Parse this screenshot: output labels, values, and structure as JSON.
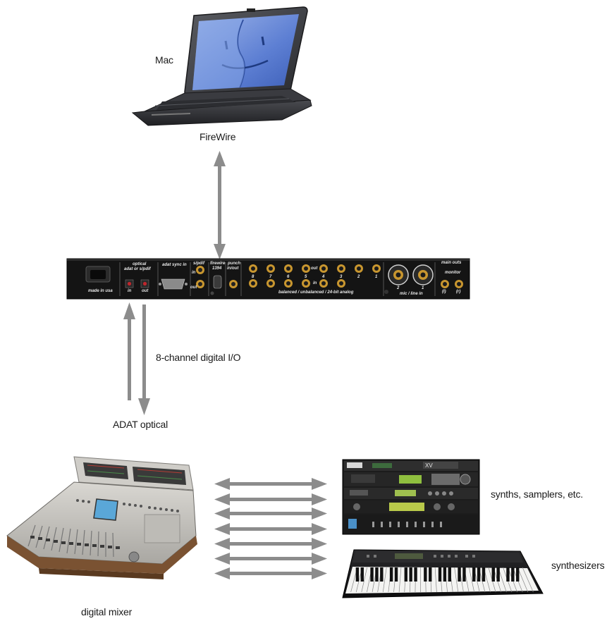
{
  "labels": {
    "computer": "Mac",
    "computer_link": "FireWire",
    "digital_link": "8-channel digital I/O",
    "optical_link": "ADAT optical",
    "mixer": "digital mixer",
    "rack": "synths, samplers, etc.",
    "keyboard": "synthesizers"
  },
  "interface_panel": {
    "optical_header": "optical",
    "optical_sub": "adat  or  s/pdif",
    "optical_in": "in",
    "optical_out": "out",
    "adat_sync": "adat sync in",
    "power": "made in usa",
    "spdif": "s/pdif",
    "spdif_in": "in",
    "spdif_out": "out",
    "firewire": "firewire",
    "firewire_num": "1394",
    "punch": "punch",
    "punch_sub": "in/out",
    "analog_out": "out",
    "analog_in": "in",
    "analog_footer": "balanced / unbalanced / 24-bit analog",
    "mic_footer": "mic / line in",
    "main_outs": "main outs",
    "monitor": "monitor",
    "monitor_l": "(l)",
    "monitor_r": "(r)",
    "channel_numbers": [
      "8",
      "7",
      "6",
      "5",
      "4",
      "3",
      "2",
      "1"
    ],
    "mic_numbers": [
      "2",
      "1"
    ]
  },
  "colors": {
    "arrow": "#8c8c8c",
    "panel": "#141414",
    "jack_ring": "#c8962f",
    "optical_led": "#c0262c"
  }
}
